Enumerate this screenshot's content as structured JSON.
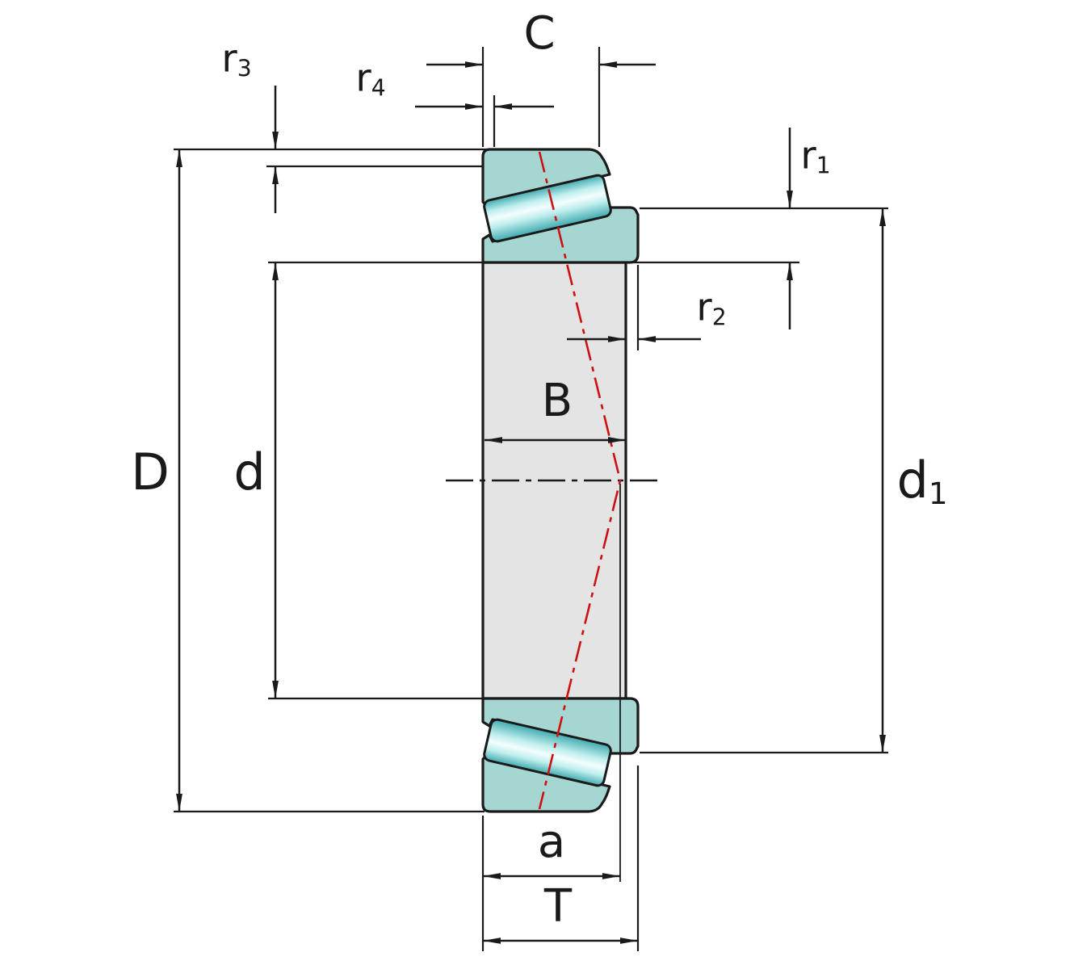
{
  "figure": {
    "kind": "tapered-roller-bearing-cross-section-dimension-drawing"
  },
  "labels": {
    "D": {
      "base": "D",
      "sub": ""
    },
    "d": {
      "base": "d",
      "sub": ""
    },
    "d1": {
      "base": "d",
      "sub": "1"
    },
    "B": {
      "base": "B",
      "sub": ""
    },
    "C": {
      "base": "C",
      "sub": ""
    },
    "T": {
      "base": "T",
      "sub": ""
    },
    "a": {
      "base": "a",
      "sub": ""
    },
    "r1": {
      "base": "r",
      "sub": "1"
    },
    "r2": {
      "base": "r",
      "sub": "2"
    },
    "r3": {
      "base": "r",
      "sub": "3"
    },
    "r4": {
      "base": "r",
      "sub": "4"
    }
  },
  "colors": {
    "background": "#ffffff",
    "outline": "#1a1a1a",
    "ring_teal": "#a6d6d2",
    "bore_gray": "#e4e4e4",
    "roller_edge_dark": "#3fa9ad",
    "roller_mid": "#bfeeee",
    "roller_highlight": "#f4fdfd",
    "pressure_line": "#cc1111"
  }
}
